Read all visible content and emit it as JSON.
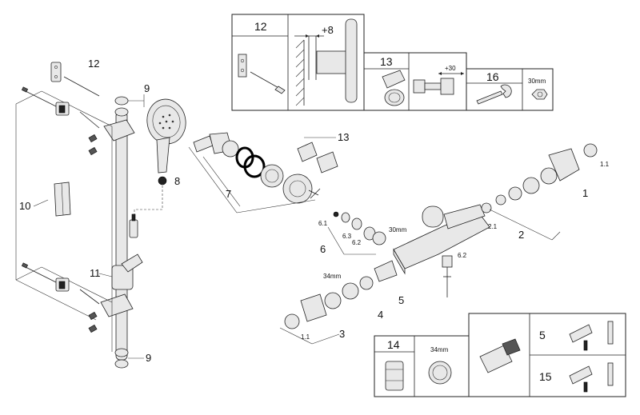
{
  "callouts": {
    "n1": "1",
    "n1_1_right": "1.1",
    "n2": "2",
    "n2_1": "2.1",
    "n3": "3",
    "n3_1": "1.1",
    "n4": "4",
    "n4_size": "34mm",
    "n5": "5",
    "n6": "6",
    "n6_1": "6.1",
    "n6_2": "6.2",
    "n6_3": "6.3",
    "n6_2_right": "6.2",
    "n6_nut": "30mm",
    "n7": "7",
    "n8": "8",
    "n9_top": "9",
    "n9_bottom": "9",
    "n10": "10",
    "n11": "11",
    "n12": "12",
    "n13": "13"
  },
  "top_box": {
    "n12": "12",
    "plus8": "+8",
    "n13": "13",
    "plus30": "+30",
    "n16": "16",
    "size16": "30mm"
  },
  "bottom_box": {
    "n14": "14",
    "size14": "34mm",
    "n5": "5",
    "n15": "15"
  }
}
